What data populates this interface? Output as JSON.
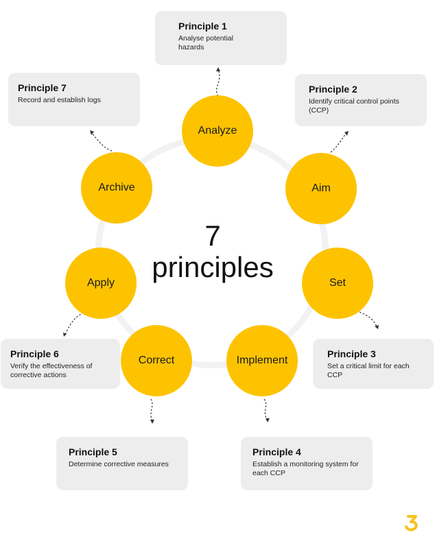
{
  "center": {
    "number": "7",
    "word": "principles"
  },
  "circles": [
    "Analyze",
    "Aim",
    "Set",
    "Implement",
    "Correct",
    "Apply",
    "Archive"
  ],
  "principles": [
    {
      "title": "Principle 1",
      "desc": "Analyse potential hazards"
    },
    {
      "title": "Principle 2",
      "desc": "Identify critical control points (CCP)"
    },
    {
      "title": "Principle 3",
      "desc": "Set a critical limit for each CCP"
    },
    {
      "title": "Principle 4",
      "desc": "Establish a monitoring system for each CCP"
    },
    {
      "title": "Principle 5",
      "desc": "Determine corrective measures"
    },
    {
      "title": "Principle 6",
      "desc": "Verify the effectiveness of corrective actions"
    },
    {
      "title": "Principle 7",
      "desc": "Record and establish logs"
    }
  ],
  "colors": {
    "circle": "#fdc300",
    "card": "#ededed",
    "ring": "#f2f2f2",
    "logo": "#f6c21a"
  },
  "icons": {
    "logo": "brand-logo-icon"
  }
}
